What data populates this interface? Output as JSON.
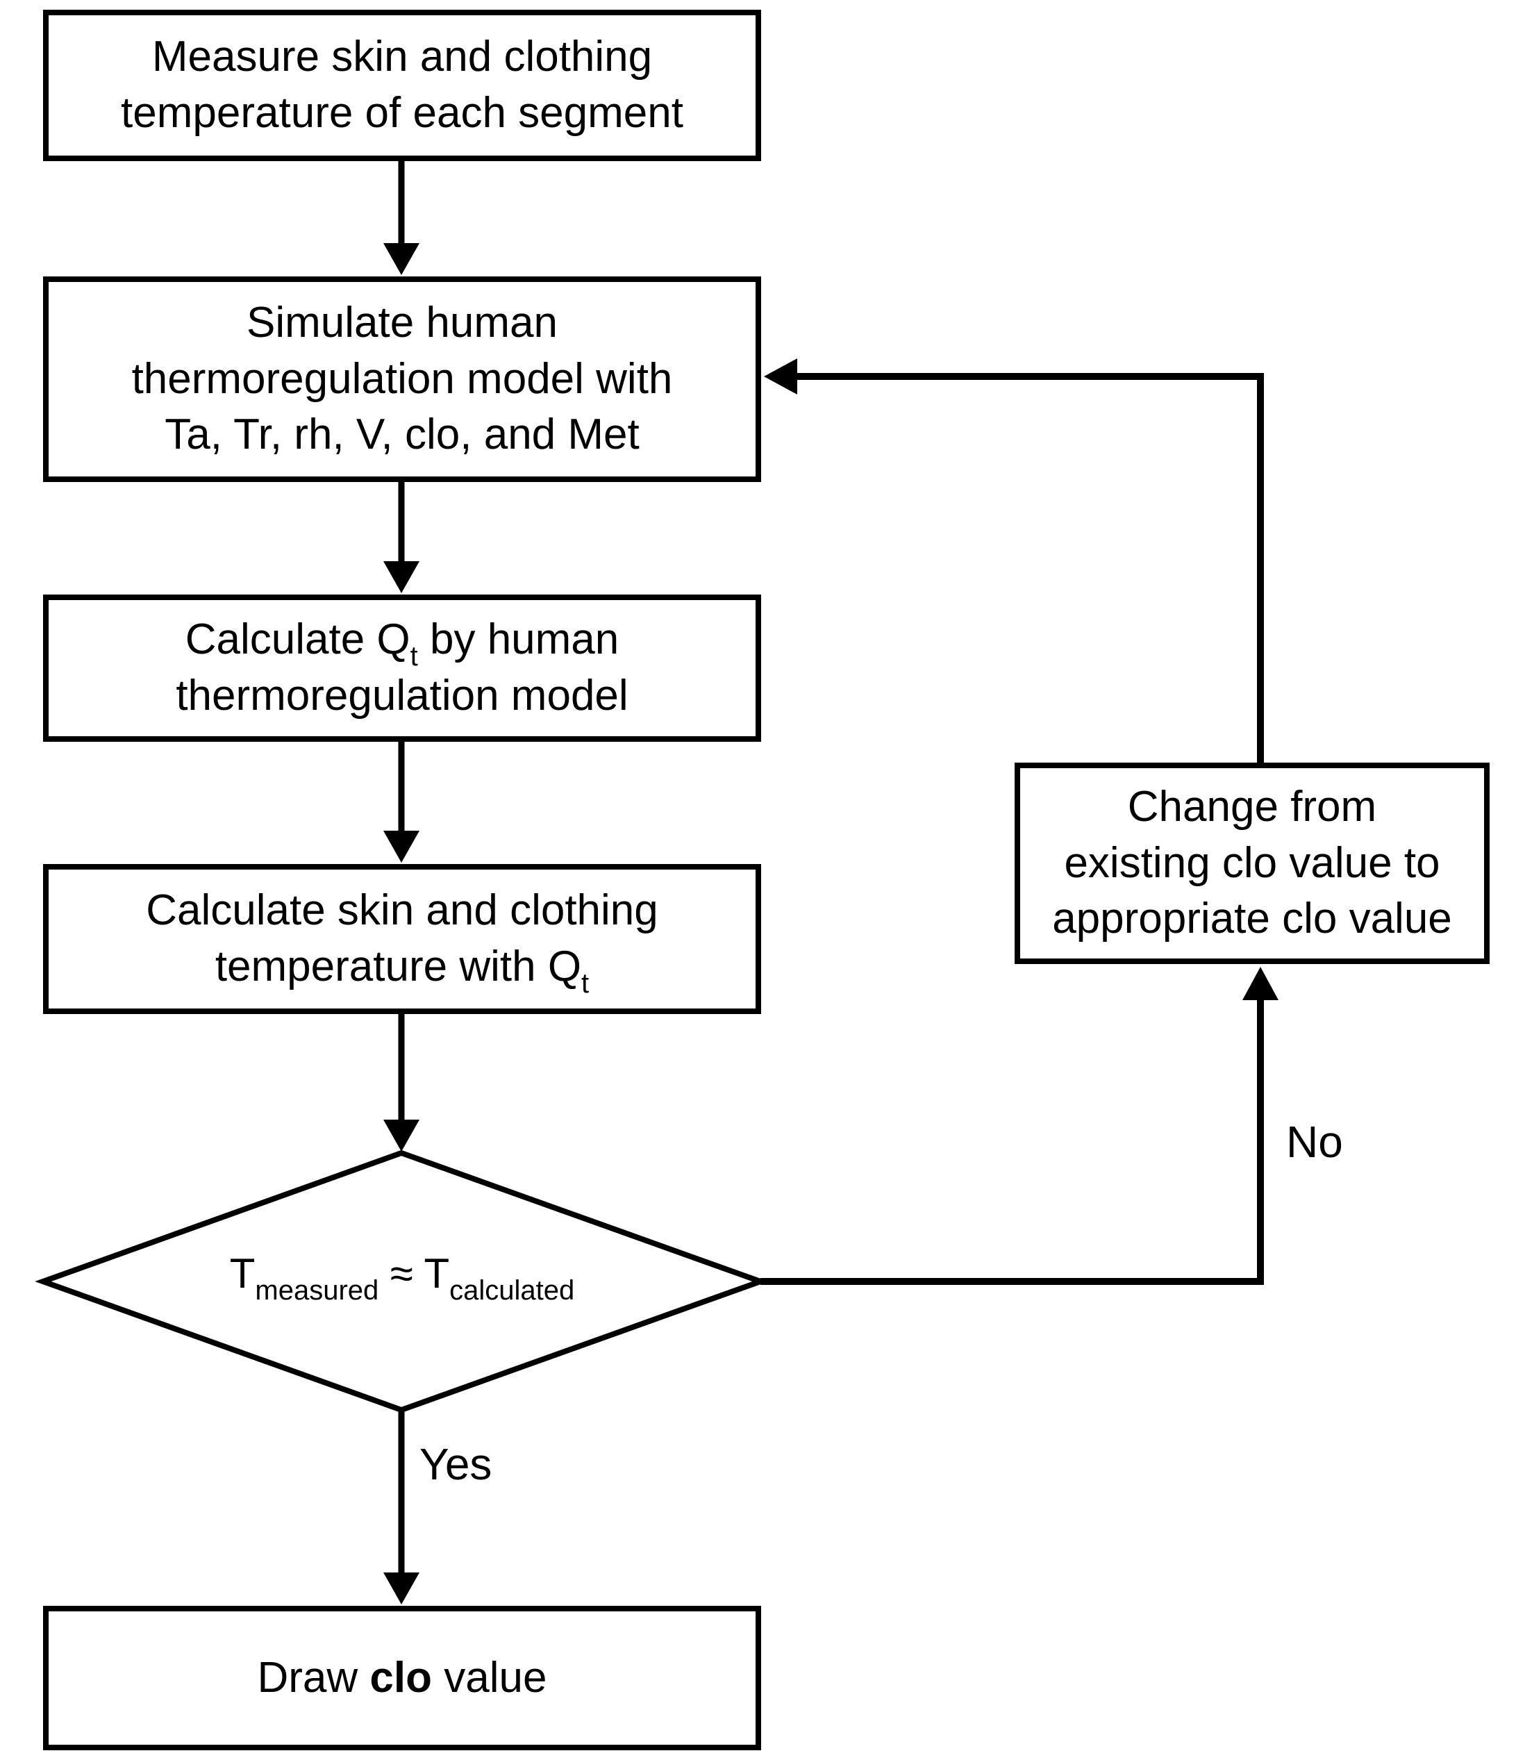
{
  "flowchart": {
    "colors": {
      "background": "#ffffff",
      "stroke": "#000000",
      "text": "#000000"
    },
    "nodes": {
      "measure": {
        "lines": [
          "Measure skin and clothing",
          "temperature of each segment"
        ]
      },
      "simulate": {
        "lines": [
          "Simulate human",
          "thermoregulation model with",
          "Ta, Tr, rh, V, clo, and Met"
        ]
      },
      "calculate_qt": {
        "line1_pre": "Calculate Q",
        "line1_sub": "t",
        "line1_post": " by human",
        "line2": "thermoregulation model"
      },
      "calculate_temp": {
        "line1": "Calculate skin and clothing",
        "line2_pre": "temperature with Q",
        "line2_sub": "t"
      },
      "decision": {
        "pre": "T",
        "sub1": "measured",
        "mid": " ≈ T",
        "sub2": "calculated"
      },
      "change": {
        "lines": [
          "Change from",
          "existing clo value to",
          "appropriate clo value"
        ]
      },
      "draw": {
        "pre": "Draw ",
        "emph": "clo",
        "post": " value"
      }
    },
    "labels": {
      "yes": "Yes",
      "no": "No"
    }
  }
}
